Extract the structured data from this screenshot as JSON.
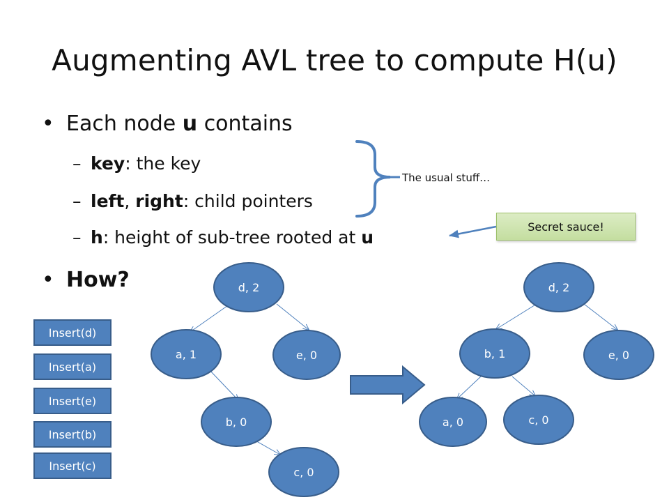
{
  "title": "Augmenting AVL tree to compute H(u)",
  "bullet1": {
    "pre": "Each node ",
    "bold": "u",
    "post": " contains"
  },
  "sub1": {
    "bold": "key",
    "rest": ": the key"
  },
  "sub2": {
    "bold1": "left",
    "mid": ", ",
    "bold2": "right",
    "rest": ": child pointers"
  },
  "sub3": {
    "bold": "h",
    "rest": ": height of sub-tree rooted at ",
    "bold2": "u"
  },
  "bullet2": "How?",
  "callout": "The usual stuff…",
  "secret": "Secret sauce!",
  "inserts": [
    "Insert(d)",
    "Insert(a)",
    "Insert(e)",
    "Insert(b)",
    "Insert(c)"
  ],
  "tree_left": [
    "d, 2",
    "a, 1",
    "e, 0",
    "b, 0",
    "c, 0"
  ],
  "tree_right": [
    "d, 2",
    "b, 1",
    "e, 0",
    "a, 0",
    "c, 0"
  ],
  "colors": {
    "node_fill": "#4f81bd",
    "node_stroke": "#385d8a",
    "bracket": "#4f81bd",
    "secret_fill": "#d7e9bf"
  }
}
